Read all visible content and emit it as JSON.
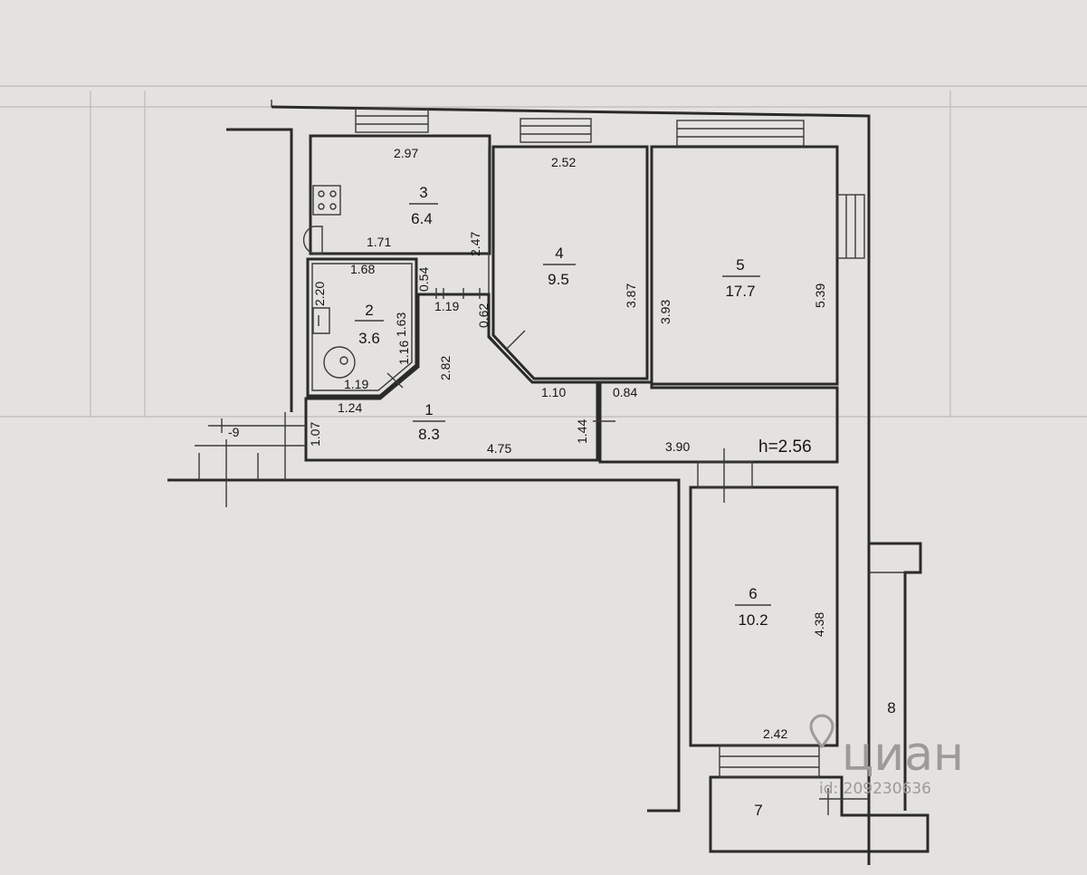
{
  "rooms": [
    {
      "id": "room-1",
      "number": "1",
      "area": "8.3"
    },
    {
      "id": "room-2",
      "number": "2",
      "area": "3.6"
    },
    {
      "id": "room-3",
      "number": "3",
      "area": "6.4"
    },
    {
      "id": "room-4",
      "number": "4",
      "area": "9.5"
    },
    {
      "id": "room-5",
      "number": "5",
      "area": "17.7"
    },
    {
      "id": "room-6",
      "number": "6",
      "area": "10.2"
    },
    {
      "id": "room-7",
      "number": "7",
      "area": ""
    },
    {
      "id": "room-8",
      "number": "8",
      "area": ""
    }
  ],
  "dimensions": {
    "r3_top": "2.97",
    "r3_inner": "1.71",
    "r3_right": "2.47",
    "r2_top": "1.68",
    "r2_left": "2.20",
    "r2_right": "1.63",
    "r2_bottom": "1.19",
    "r2_diag": "1.16",
    "door_054": "0.54",
    "door_119": "1.19",
    "r4_top": "2.52",
    "r4_right": "3.87",
    "r4_left": "0.62",
    "r4_bottom": "1.10",
    "r1_left": "1.07",
    "r1_top": "1.24",
    "r1_bottom": "4.75",
    "r1_right": "1.44",
    "r1_mid": "2.82",
    "r5_left": "3.93",
    "r5_right": "5.39",
    "r5_bottom": "3.90",
    "r5_door": "0.84",
    "r6_right": "4.38",
    "r6_bottom": "2.42"
  },
  "ceiling_height": "h=2.56",
  "stray_mark": "-9",
  "watermark": {
    "brand": "циан",
    "id": "id: 209230636"
  }
}
